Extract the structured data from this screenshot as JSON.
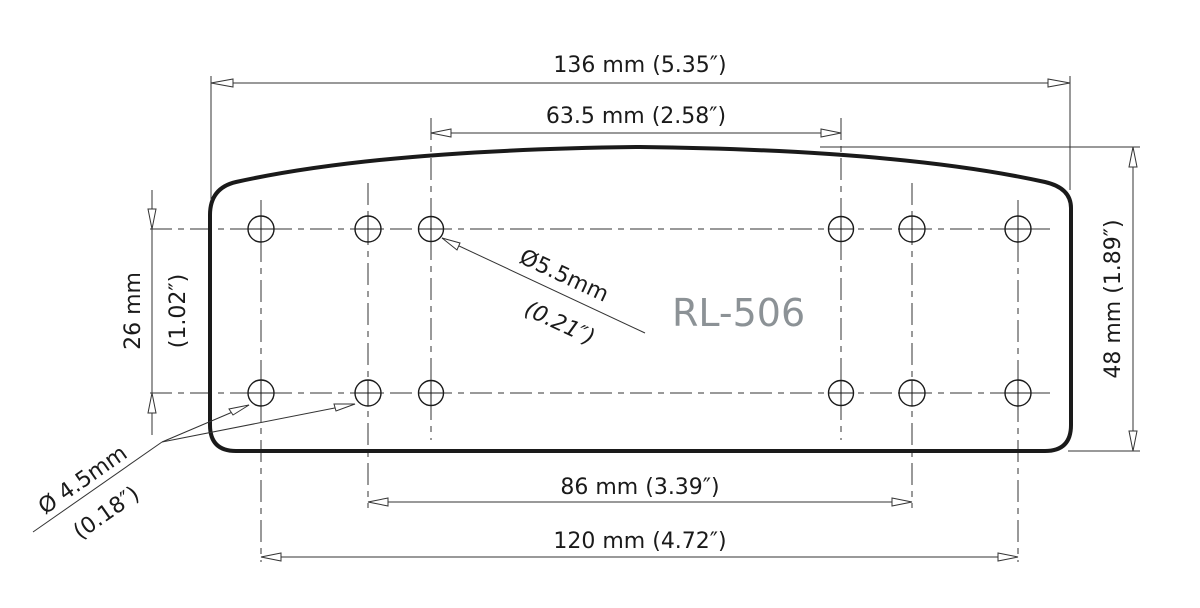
{
  "drawing": {
    "model_label": "RL-506",
    "model_label_color": "#8c9296",
    "line_color": "#1a1a1a",
    "dimensions": {
      "overall_width": "136 mm (5.35″)",
      "inner_top_spacing": "63.5 mm (2.58″)",
      "inner_bottom_spacing": "86 mm (3.39″)",
      "outer_bottom_spacing": "120 mm (4.72″)",
      "overall_height": "48 mm (1.89″)",
      "row_spacing_mm": "26 mm",
      "row_spacing_in": "(1.02″)"
    },
    "callouts": {
      "large_hole_diameter_mm": "Ø5.5mm",
      "large_hole_diameter_in": "(0.21″)",
      "small_hole_diameter_mm": "Ø 4.5mm",
      "small_hole_diameter_in": "(0.18″)"
    },
    "holes": {
      "columns_x": [
        261,
        368,
        431,
        841,
        912,
        1018
      ],
      "rows_y": [
        229,
        393
      ],
      "count": 12
    }
  }
}
